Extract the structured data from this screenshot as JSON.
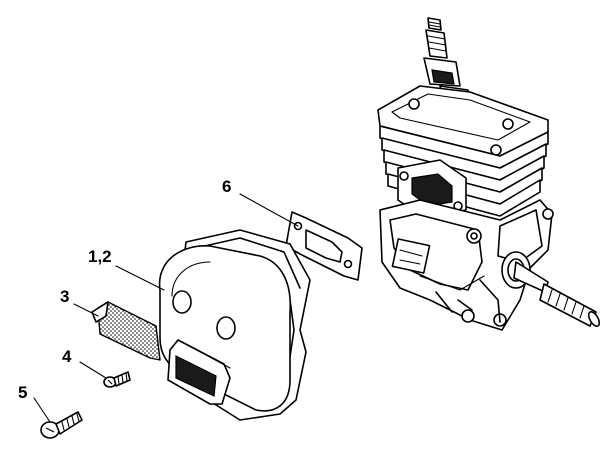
{
  "callouts": [
    {
      "id": "muffler",
      "label": "1,2"
    },
    {
      "id": "spark-arresting-screen",
      "label": "3"
    },
    {
      "id": "self-tapping-screw",
      "label": "4"
    },
    {
      "id": "mounting-screw",
      "label": "5"
    },
    {
      "id": "muffler-gasket",
      "label": "6"
    }
  ]
}
